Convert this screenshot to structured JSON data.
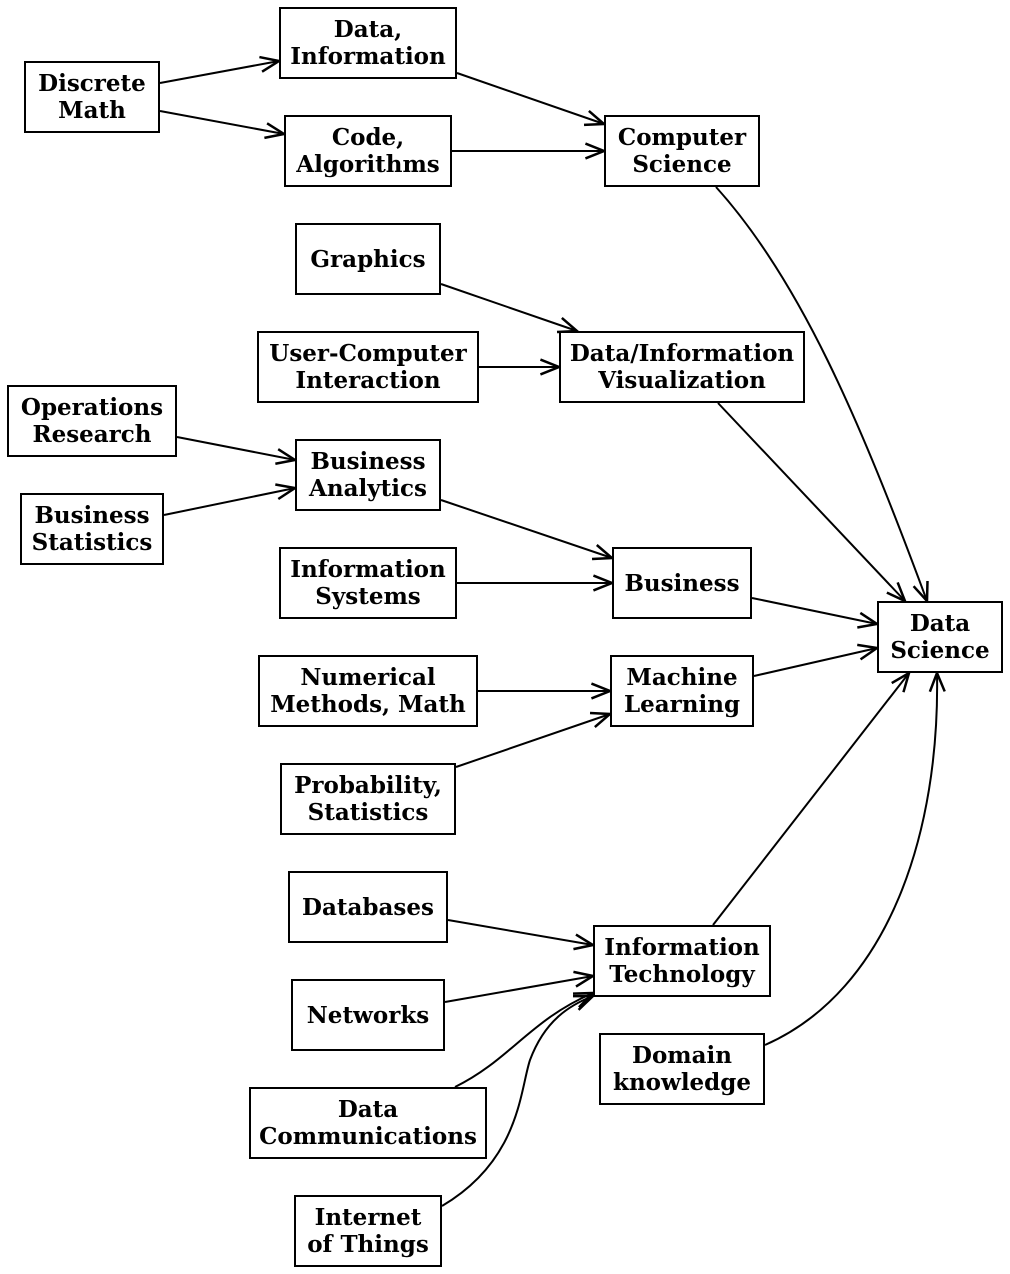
{
  "diagram": {
    "nodes": [
      {
        "id": "discrete-math",
        "lines": [
          "Discrete",
          "Math"
        ]
      },
      {
        "id": "data-information",
        "lines": [
          "Data,",
          "Information"
        ]
      },
      {
        "id": "code-algorithms",
        "lines": [
          "Code,",
          "Algorithms"
        ]
      },
      {
        "id": "computer-science",
        "lines": [
          "Computer",
          "Science"
        ]
      },
      {
        "id": "graphics",
        "lines": [
          "Graphics"
        ]
      },
      {
        "id": "user-computer-interaction",
        "lines": [
          "User-Computer",
          "Interaction"
        ]
      },
      {
        "id": "data-information-visualization",
        "lines": [
          "Data/Information",
          "Visualization"
        ]
      },
      {
        "id": "operations-research",
        "lines": [
          "Operations",
          "Research"
        ]
      },
      {
        "id": "business-analytics",
        "lines": [
          "Business",
          "Analytics"
        ]
      },
      {
        "id": "business-statistics",
        "lines": [
          "Business",
          "Statistics"
        ]
      },
      {
        "id": "information-systems",
        "lines": [
          "Information",
          "Systems"
        ]
      },
      {
        "id": "business",
        "lines": [
          "Business"
        ]
      },
      {
        "id": "data-science",
        "lines": [
          "Data",
          "Science"
        ]
      },
      {
        "id": "numerical-methods-math",
        "lines": [
          "Numerical",
          "Methods, Math"
        ]
      },
      {
        "id": "machine-learning",
        "lines": [
          "Machine",
          "Learning"
        ]
      },
      {
        "id": "probability-statistics",
        "lines": [
          "Probability,",
          "Statistics"
        ]
      },
      {
        "id": "databases",
        "lines": [
          "Databases"
        ]
      },
      {
        "id": "information-technology",
        "lines": [
          "Information",
          "Technology"
        ]
      },
      {
        "id": "networks",
        "lines": [
          "Networks"
        ]
      },
      {
        "id": "domain-knowledge",
        "lines": [
          "Domain",
          "knowledge"
        ]
      },
      {
        "id": "data-communications",
        "lines": [
          "Data",
          "Communications"
        ]
      },
      {
        "id": "internet-of-things",
        "lines": [
          "Internet",
          "of Things"
        ]
      }
    ],
    "edges": [
      {
        "from": "discrete-math",
        "to": "data-information"
      },
      {
        "from": "discrete-math",
        "to": "code-algorithms"
      },
      {
        "from": "data-information",
        "to": "computer-science"
      },
      {
        "from": "code-algorithms",
        "to": "computer-science"
      },
      {
        "from": "computer-science",
        "to": "data-science"
      },
      {
        "from": "graphics",
        "to": "data-information-visualization"
      },
      {
        "from": "user-computer-interaction",
        "to": "data-information-visualization"
      },
      {
        "from": "data-information-visualization",
        "to": "data-science"
      },
      {
        "from": "operations-research",
        "to": "business-analytics"
      },
      {
        "from": "business-statistics",
        "to": "business-analytics"
      },
      {
        "from": "business-analytics",
        "to": "business"
      },
      {
        "from": "information-systems",
        "to": "business"
      },
      {
        "from": "business",
        "to": "data-science"
      },
      {
        "from": "numerical-methods-math",
        "to": "machine-learning"
      },
      {
        "from": "probability-statistics",
        "to": "machine-learning"
      },
      {
        "from": "machine-learning",
        "to": "data-science"
      },
      {
        "from": "databases",
        "to": "information-technology"
      },
      {
        "from": "networks",
        "to": "information-technology"
      },
      {
        "from": "data-communications",
        "to": "information-technology"
      },
      {
        "from": "internet-of-things",
        "to": "information-technology"
      },
      {
        "from": "information-technology",
        "to": "data-science"
      },
      {
        "from": "domain-knowledge",
        "to": "data-science"
      }
    ]
  }
}
